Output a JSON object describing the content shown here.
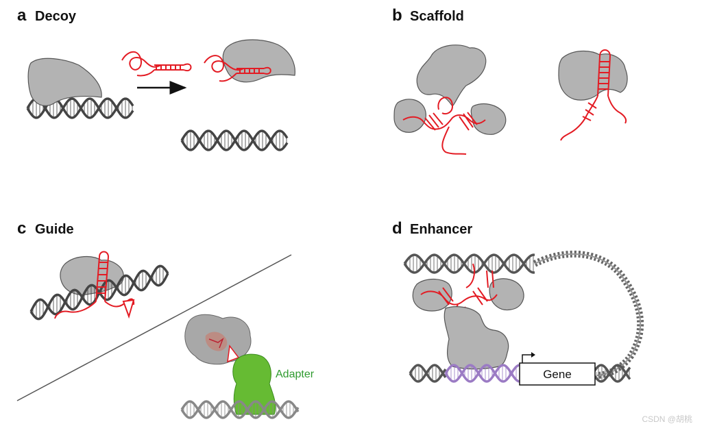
{
  "panels": [
    {
      "letter": "a",
      "title": "Decoy"
    },
    {
      "letter": "b",
      "title": "Scaffold"
    },
    {
      "letter": "c",
      "title": "Guide"
    },
    {
      "letter": "d",
      "title": "Enhancer"
    }
  ],
  "labels": {
    "adapter": "Adapter",
    "gene": "Gene",
    "watermark": "CSDN @胡桃"
  },
  "colors": {
    "rna": "#e31b23",
    "protein": "#b3b3b3",
    "protein_stroke": "#555555",
    "dna": "#444444",
    "adapter": "#66bb33",
    "enhancer_dna": "#9b7bc4"
  }
}
